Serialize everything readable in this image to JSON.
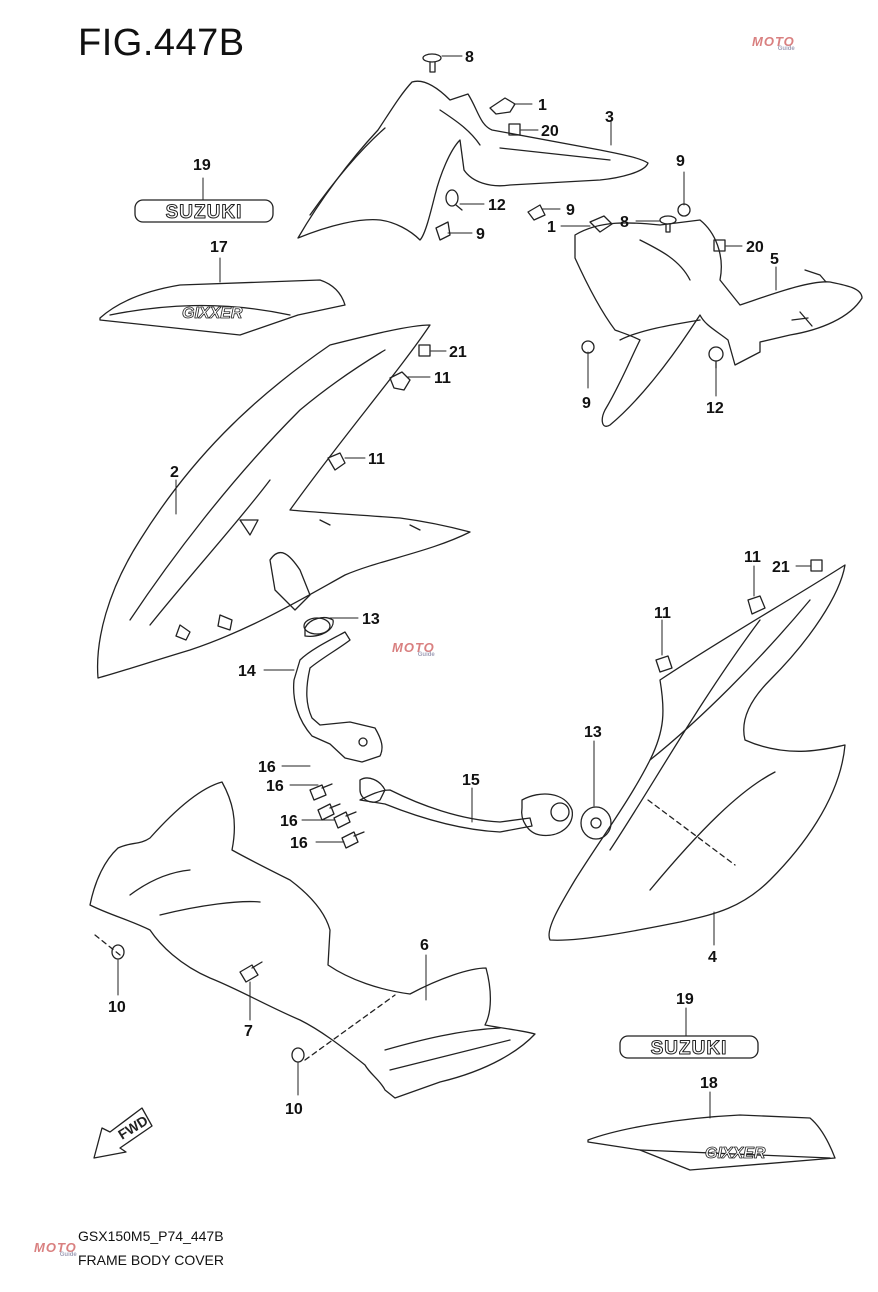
{
  "figure": {
    "title": "FIG.447B",
    "code": "GSX150M5_P74_447B",
    "name": "FRAME BODY COVER"
  },
  "watermark": {
    "brand": "MOTO",
    "sub": "Guide"
  },
  "emblems": {
    "suzuki": "SUZUKI",
    "gixxer": "GIXXER",
    "fwd": "FWD"
  },
  "callouts": {
    "c8a": "8",
    "c1a": "1",
    "c20a": "20",
    "c3": "3",
    "c19a": "19",
    "c12a": "12",
    "c9a": "9",
    "c9b": "9",
    "c17": "17",
    "c9c": "9",
    "c8b": "8",
    "c1b": "1",
    "c20b": "20",
    "c5": "5",
    "c21a": "21",
    "c11a": "11",
    "c9d": "9",
    "c12b": "12",
    "c11b": "11",
    "c2": "2",
    "c11c": "11",
    "c21b": "21",
    "c11d": "11",
    "c13a": "13",
    "c14": "14",
    "c13b": "13",
    "c16a": "16",
    "c16b": "16",
    "c15": "15",
    "c16c": "16",
    "c16d": "16",
    "c6": "6",
    "c4": "4",
    "c10a": "10",
    "c7": "7",
    "c10b": "10",
    "c19b": "19",
    "c18": "18"
  },
  "colors": {
    "line": "#222222",
    "watermark": "#d98080"
  }
}
